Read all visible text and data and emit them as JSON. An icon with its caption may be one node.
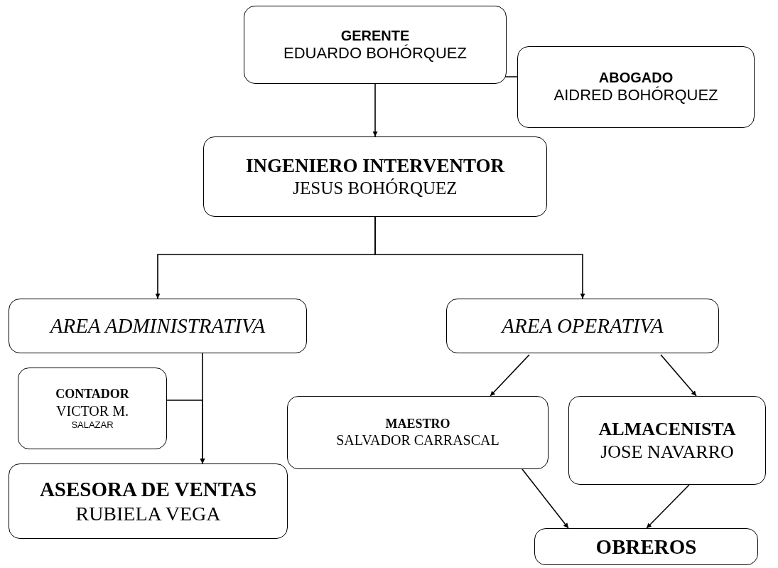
{
  "diagram": {
    "nodes": [
      {
        "text": [
          "GERENTE",
          "EDUARDO BOHÓRQUEZ"
        ]
      },
      {
        "text": [
          "ABOGADO",
          "AIDRED BOHÓRQUEZ"
        ]
      },
      {
        "text": [
          "INGENIERO INTERVENTOR",
          "JESUS BOHÓRQUEZ"
        ]
      },
      {
        "text": [
          "AREA ADMINISTRATIVA"
        ]
      },
      {
        "text": [
          "AREA OPERATIVA"
        ]
      },
      {
        "text": [
          "CONTADOR",
          "VICTOR M.",
          "SALAZAR"
        ]
      },
      {
        "text": [
          "ASESORA DE VENTAS",
          "RUBIELA VEGA"
        ]
      },
      {
        "text": [
          "MAESTRO",
          "SALVADOR CARRASCAL"
        ]
      },
      {
        "text": [
          "ALMACENISTA",
          "JOSE NAVARRO"
        ]
      },
      {
        "text": [
          "OBREROS"
        ]
      }
    ],
    "edges": [
      {
        "from": 0,
        "to": 2,
        "arrow": "to"
      },
      {
        "from": 0,
        "to": 1,
        "arrow": "none",
        "style": "dashed"
      },
      {
        "from": 2,
        "to": 3,
        "arrow": "to"
      },
      {
        "from": 2,
        "to": 4,
        "arrow": "to"
      },
      {
        "from": 3,
        "to": 6,
        "arrow": "to"
      },
      {
        "from": 5,
        "to": 6,
        "arrow": "to"
      },
      {
        "from": 4,
        "to": 7,
        "arrow": "to"
      },
      {
        "from": 4,
        "to": 8,
        "arrow": "to"
      },
      {
        "from": 7,
        "to": 9,
        "arrow": "to"
      },
      {
        "from": 8,
        "to": 9,
        "arrow": "to"
      }
    ]
  }
}
